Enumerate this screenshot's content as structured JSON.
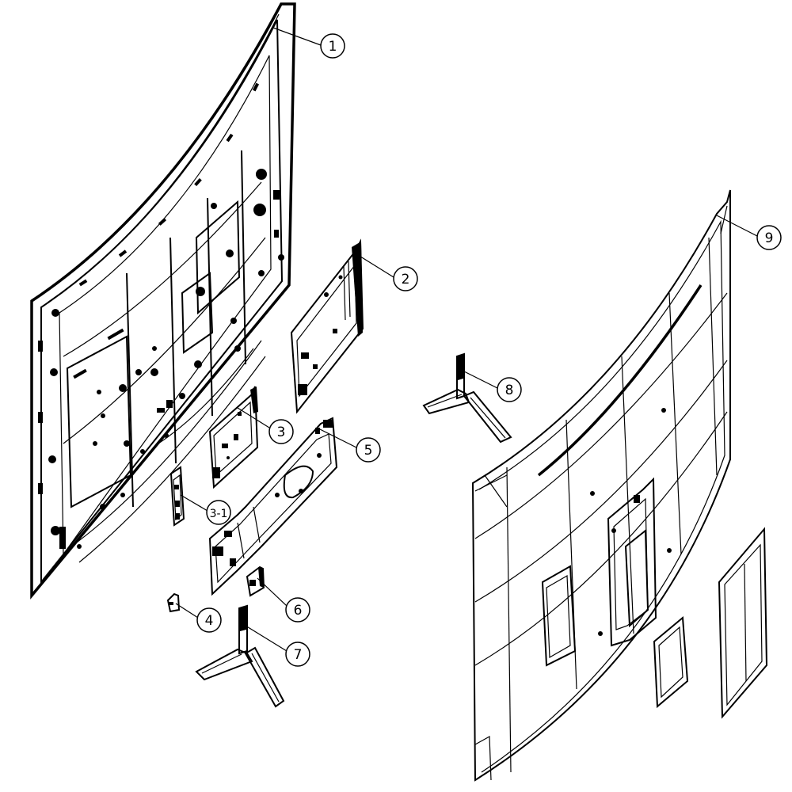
{
  "diagram": {
    "type": "exploded-parts-view",
    "line_color": "#000000",
    "background_color": "#ffffff"
  },
  "callouts": [
    {
      "id": "c1",
      "label": "1"
    },
    {
      "id": "c2",
      "label": "2"
    },
    {
      "id": "c3",
      "label": "3"
    },
    {
      "id": "c3-1",
      "label": "3-1"
    },
    {
      "id": "c4",
      "label": "4"
    },
    {
      "id": "c5",
      "label": "5"
    },
    {
      "id": "c6",
      "label": "6"
    },
    {
      "id": "c7",
      "label": "7"
    },
    {
      "id": "c8",
      "label": "8"
    },
    {
      "id": "c9",
      "label": "9"
    }
  ]
}
